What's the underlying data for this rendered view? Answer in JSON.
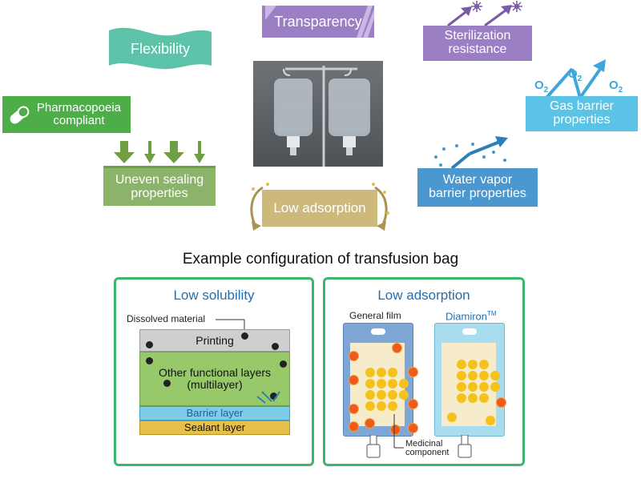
{
  "tags": {
    "transparency": "Transparency",
    "flexibility": "Flexibility",
    "sterilization": [
      "Sterilization",
      "resistance"
    ],
    "pharmacopoeia": [
      "Pharmacopoeia",
      "compliant"
    ],
    "gas_barrier": [
      "Gas barrier",
      "properties"
    ],
    "uneven_sealing": [
      "Uneven sealing",
      "properties"
    ],
    "water_vapor": [
      "Water vapor",
      "barrier properties"
    ],
    "low_adsorption": "Low adsorption"
  },
  "o2_labels": [
    "O2",
    "O2",
    "O2"
  ],
  "heading": "Example configuration of transfusion bag",
  "left_panel": {
    "title": "Low solubility",
    "dissolved_label": "Dissolved material",
    "layers": {
      "printing": "Printing",
      "other": [
        "Other functional layers",
        "(multilayer)"
      ],
      "barrier": "Barrier layer",
      "sealant": "Sealant layer"
    }
  },
  "right_panel": {
    "title": "Low adsorption",
    "general_label": "General film",
    "diamiron_label": "Diamiron",
    "tm": "TM",
    "medicinal_label": [
      "Medicinal",
      "component"
    ]
  },
  "colors": {
    "purple": "#9b7fc4",
    "teal": "#5cc2a8",
    "green": "#4dae49",
    "olive": "#8cb36a",
    "sky": "#5bc3e5",
    "blue": "#4b97cf",
    "khaki": "#cdb97b",
    "panel_border": "#3db86a",
    "printing": "#cfcfcf",
    "functional": "#97c96a",
    "barrier": "#7dcde8",
    "sealant": "#e6c04a"
  }
}
